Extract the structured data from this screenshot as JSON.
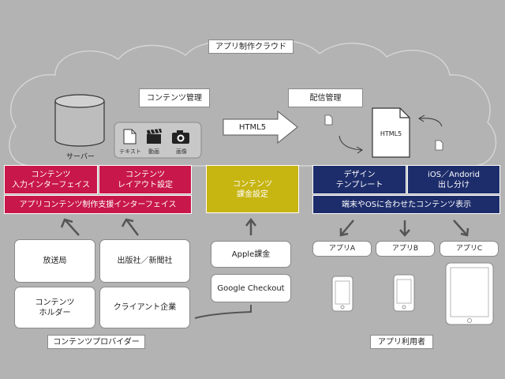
{
  "title": "アプリ制作クラウド",
  "cloud": {
    "server": "サーバー",
    "content_management": "コンテンツ管理",
    "delivery_management": "配信管理",
    "html5_arrow": "HTML5",
    "html5_doc": "HTML5",
    "media": {
      "text": "テキスト",
      "video": "動画",
      "image": "画像"
    }
  },
  "provider_block": {
    "input_interface": "コンテンツ\n入力インターフェイス",
    "layout_settings": "コンテンツ\nレイアウト設定",
    "support_interface": "アプリコンテンツ制作支援インターフェイス"
  },
  "billing_block": {
    "billing_settings": "コンテンツ\n課金設定",
    "apple_billing": "Apple課金",
    "google_checkout": "Google Checkout"
  },
  "user_block": {
    "design_template": "デザイン\nテンプレート",
    "ios_android": "iOS／Andorid\n出し分け",
    "display": "端末やOSに合わせたコンテンツ表示",
    "apps": [
      "アプリA",
      "アプリB",
      "アプリC"
    ]
  },
  "providers": {
    "broadcaster": "放送局",
    "publisher": "出版社／新聞社",
    "holder": "コンテンツ\nホルダー",
    "client": "クライアント企業"
  },
  "footer": {
    "content_provider": "コンテンツプロバイダー",
    "app_user": "アプリ利用者"
  },
  "colors": {
    "crimson": "#c8174a",
    "navy": "#1d2d6b",
    "olive": "#c7b512",
    "background": "#b3b3b3"
  }
}
